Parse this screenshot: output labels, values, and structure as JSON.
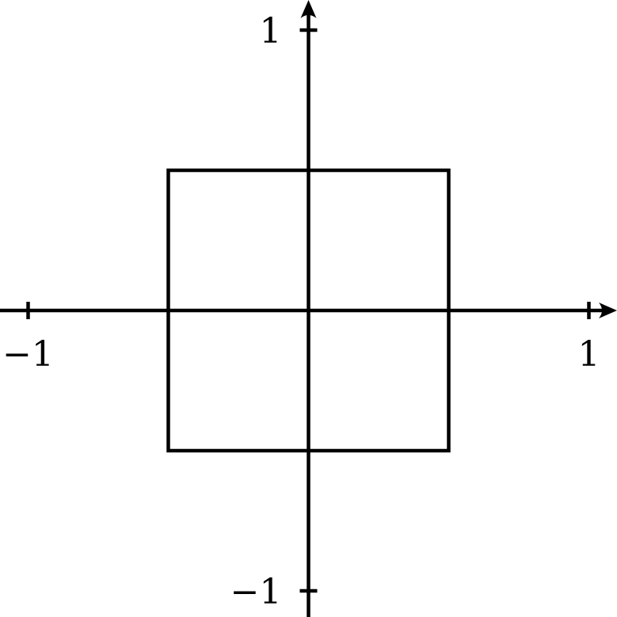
{
  "diagram": {
    "type": "coordinate-plane-with-square",
    "x_axis": {
      "min": -1,
      "max": 1,
      "ticks": [
        {
          "value": -1,
          "label": "−1"
        },
        {
          "value": 1,
          "label": "1"
        }
      ]
    },
    "y_axis": {
      "min": -1,
      "max": 1,
      "ticks": [
        {
          "value": 1,
          "label": "1"
        },
        {
          "value": -1,
          "label": "−1"
        }
      ]
    },
    "square": {
      "x_min": -0.5,
      "x_max": 0.5,
      "y_min": -0.5,
      "y_max": 0.5
    },
    "stroke_color": "#000000",
    "background_color": "#ffffff"
  }
}
